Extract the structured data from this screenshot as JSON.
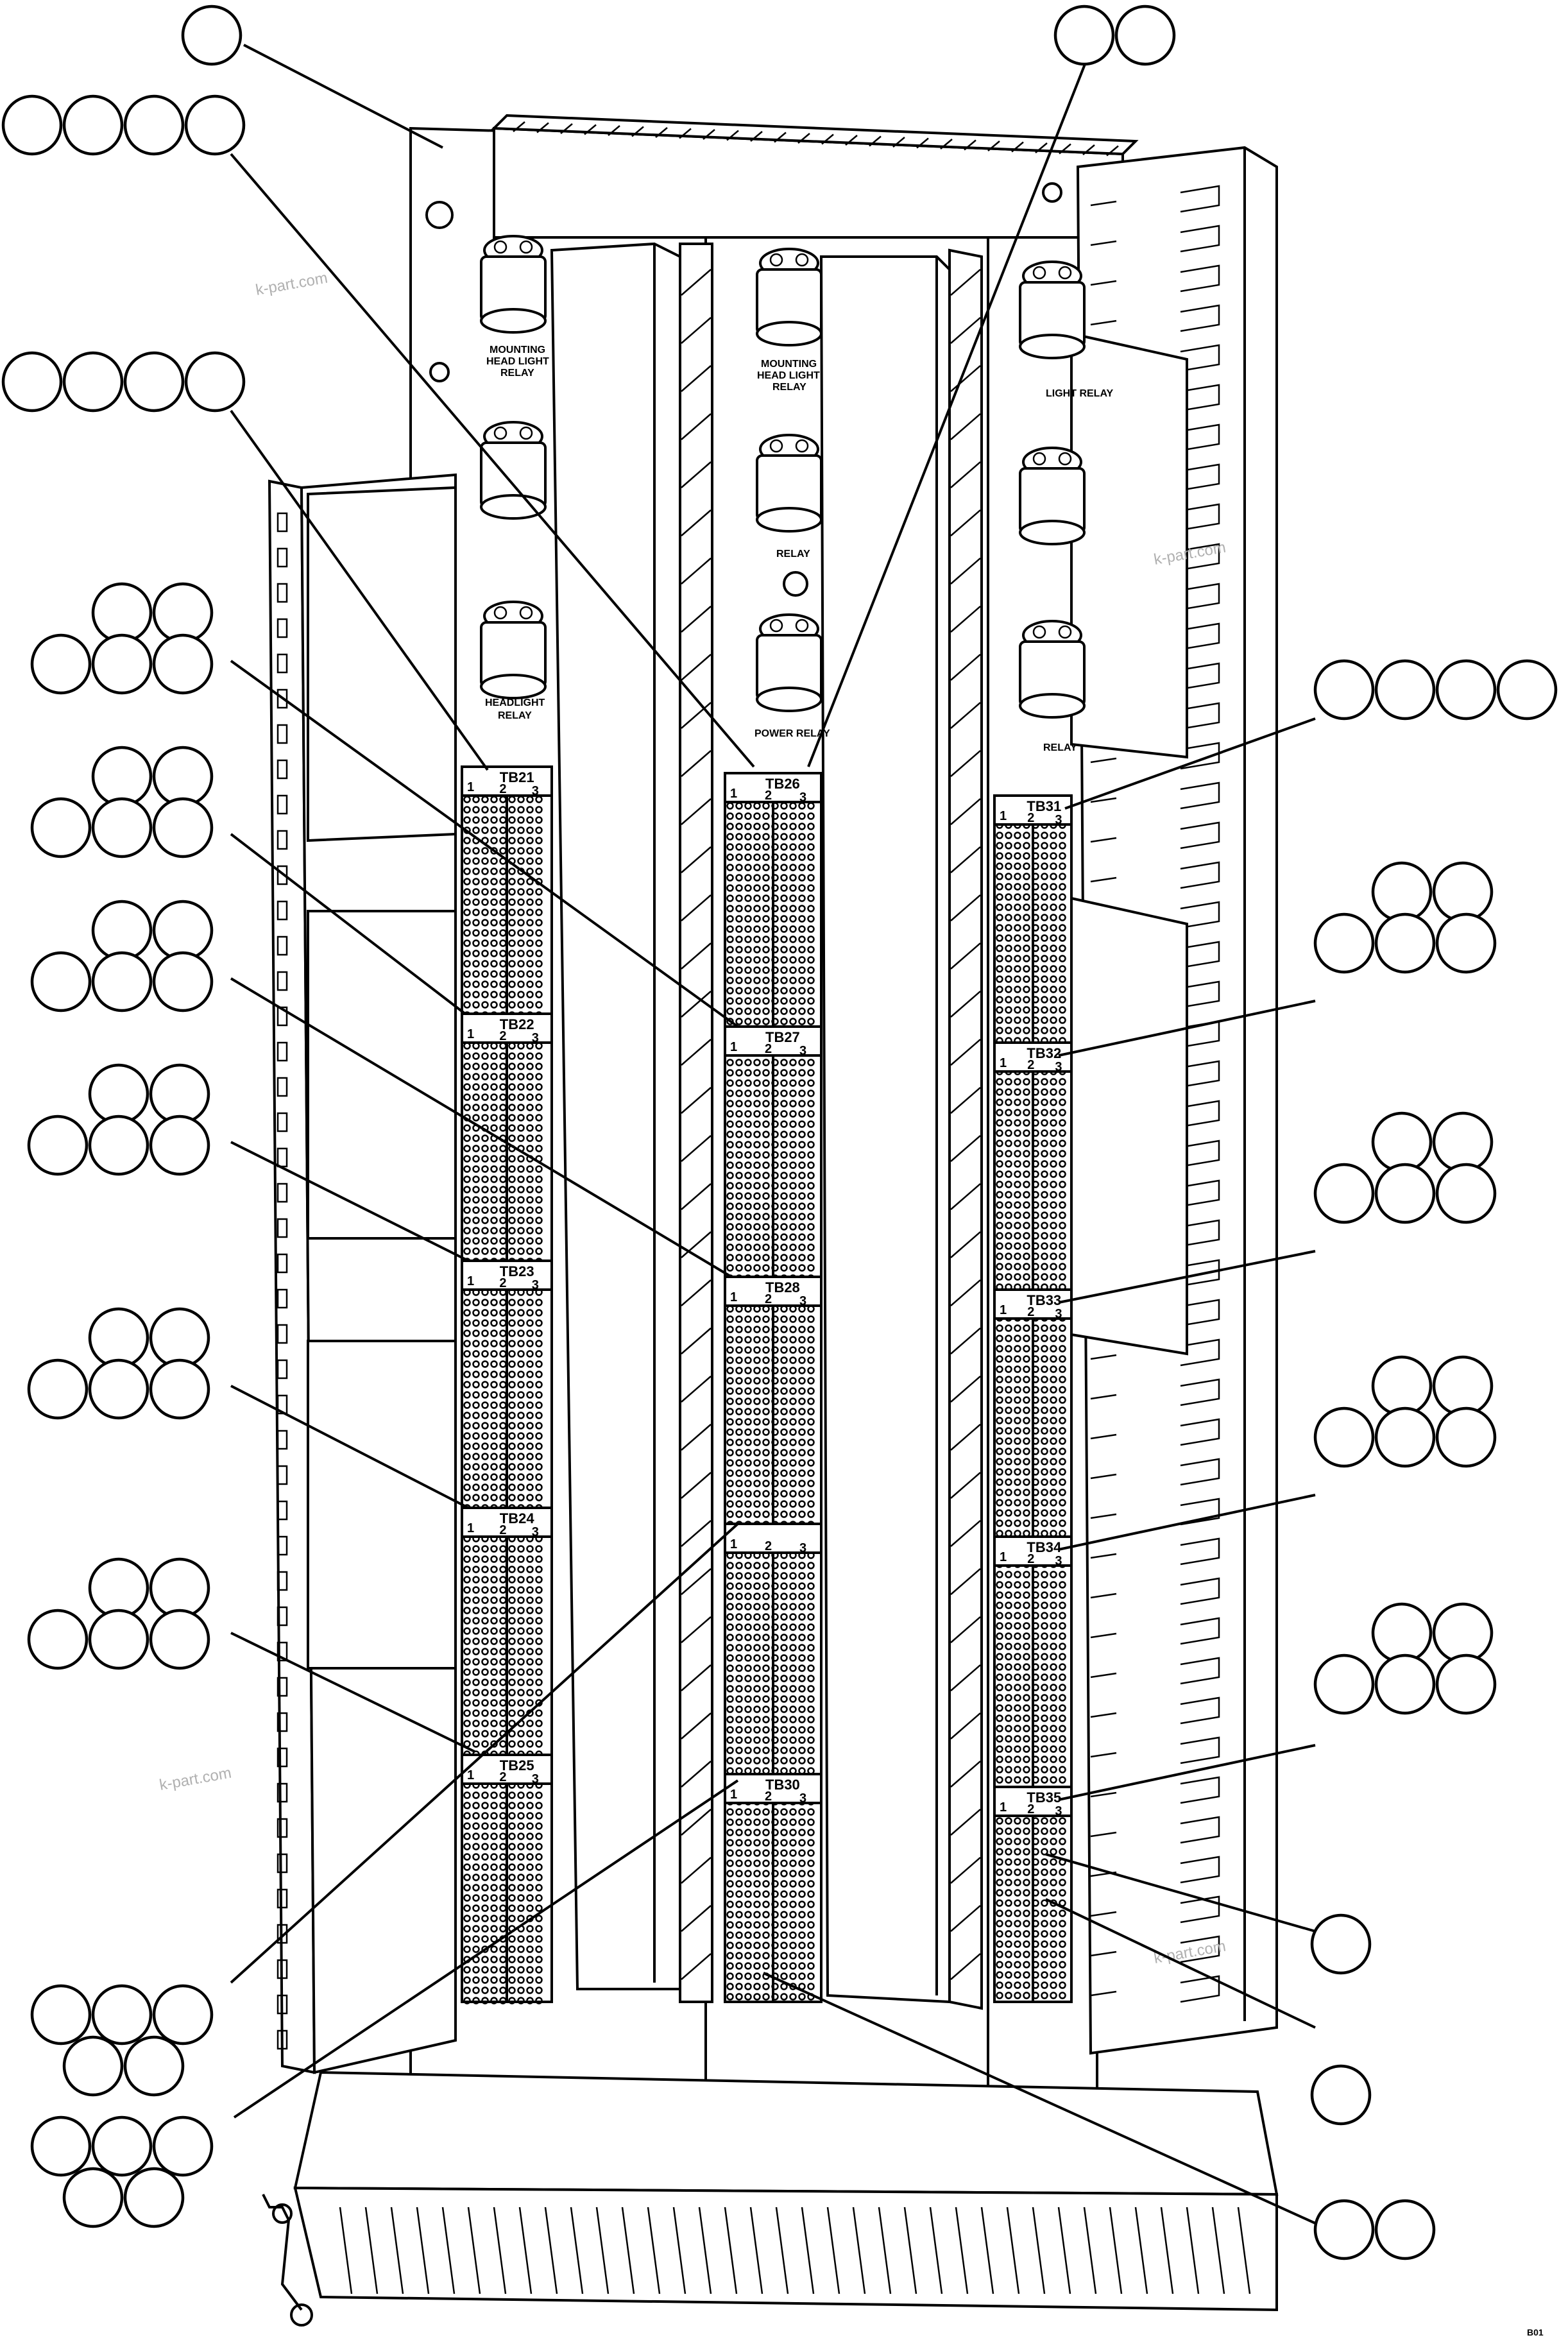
{
  "watermark": "k-part.com",
  "terminal_blocks": [
    {
      "id": "TB21",
      "label": "TB21"
    },
    {
      "id": "TB22",
      "label": "TB22"
    },
    {
      "id": "TB23",
      "label": "TB23"
    },
    {
      "id": "TB24",
      "label": "TB24"
    },
    {
      "id": "TB25",
      "label": "TB25"
    },
    {
      "id": "TB26",
      "label": "TB26"
    },
    {
      "id": "TB27",
      "label": "TB27"
    },
    {
      "id": "TB28",
      "label": "TB28"
    },
    {
      "id": "TB29",
      "label": ""
    },
    {
      "id": "TB30",
      "label": "TB30"
    },
    {
      "id": "TB31",
      "label": "TB31"
    },
    {
      "id": "TB32",
      "label": "TB32"
    },
    {
      "id": "TB33",
      "label": "TB33"
    },
    {
      "id": "TB34",
      "label": "TB34"
    },
    {
      "id": "TB35",
      "label": "TB35"
    }
  ],
  "terminal_numbers": [
    "1",
    "2",
    "3"
  ],
  "relay_labels": {
    "mounting_head_light_relay_line1": "MOUNTING",
    "mounting_head_light_relay_line2": "HEAD LIGHT",
    "mounting_head_light_relay_line3": "RELAY",
    "headlight_relay_line1": "HEADLIGHT",
    "headlight_relay_line2": "RELAY",
    "relay": "RELAY",
    "power_relay": "POWER RELAY",
    "light_relay": "LIGHT RELAY"
  },
  "figure_code": "B01"
}
